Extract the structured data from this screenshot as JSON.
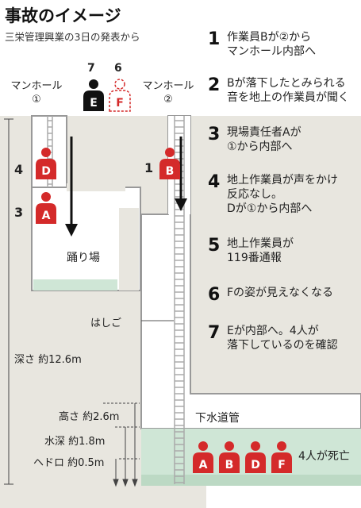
{
  "title": "事故のイメージ",
  "subtitle": "三栄管理興業の3日の発表から",
  "manhole_left": {
    "label": "マンホール",
    "num": "①"
  },
  "manhole_right": {
    "label": "マンホール",
    "num": "②"
  },
  "labels": {
    "landing": "踊り場",
    "ladder": "はしご",
    "sewer": "下水道管",
    "depth": "深さ 約12.6m",
    "height": "高さ 約2.6m",
    "water": "水深 約1.8m",
    "sludge": "ヘドロ 約0.5m",
    "dead": "4人が死亡"
  },
  "persons": {
    "top_e": {
      "num": "7",
      "letter": "E"
    },
    "top_f": {
      "num": "6",
      "letter": "F"
    },
    "left_d": {
      "num": "4",
      "letter": "D"
    },
    "left_a": {
      "num": "3",
      "letter": "A"
    },
    "right_b": {
      "num": "1",
      "letter": "B"
    },
    "bottom": [
      "A",
      "B",
      "D",
      "F"
    ]
  },
  "steps": [
    {
      "num": "1",
      "text": "作業員Bが②から\nマンホール内部へ"
    },
    {
      "num": "2",
      "text": "Bが落下したとみられる\n音を地上の作業員が聞く"
    },
    {
      "num": "3",
      "text": "現場責任者Aが\n①から内部へ"
    },
    {
      "num": "4",
      "text": "地上作業員が声をかけ\n反応なし。\nDが①から内部へ"
    },
    {
      "num": "5",
      "text": "地上作業員が\n119番通報"
    },
    {
      "num": "6",
      "text": "Fの姿が見えなくなる"
    },
    {
      "num": "7",
      "text": "Eが内部へ。4人が\n落下しているのを確認"
    }
  ],
  "colors": {
    "ground": "#e8e6df",
    "water": "#cfe6d6",
    "red": "#d42a2a",
    "black": "#111111"
  }
}
